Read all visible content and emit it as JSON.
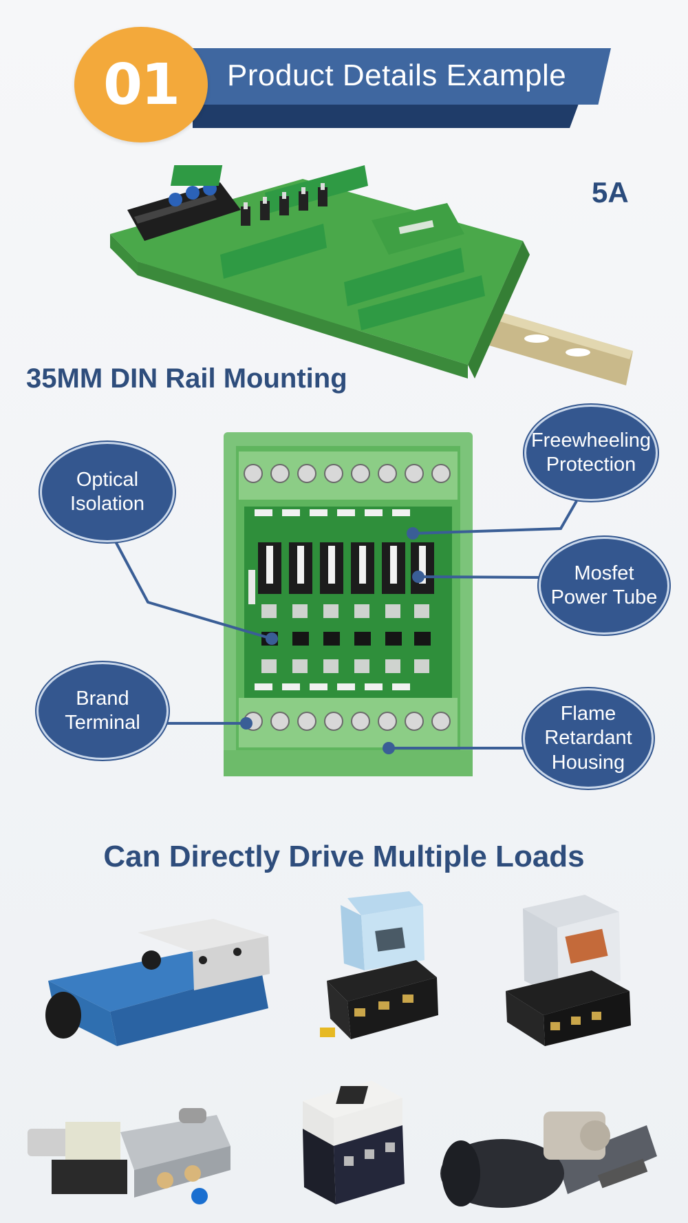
{
  "header": {
    "number": "01",
    "title": "Product Details Example"
  },
  "product": {
    "current_rating": "5A",
    "mounting_label": "35MM DIN Rail Mounting"
  },
  "callouts": {
    "optical_isolation": "Optical\nIsolation",
    "freewheeling_protection": "Freewheeling\nProtection",
    "mosfet_power_tube": "Mosfet\nPower Tube",
    "brand_terminal": "Brand\nTerminal",
    "flame_retardant_housing": "Flame\nRetardant\nHousing"
  },
  "loads": {
    "title": "Can Directly Drive Multiple Loads"
  },
  "colors": {
    "accent_orange": "#f3a93b",
    "ribbon_blue": "#3f67a0",
    "heading_navy": "#2e4d7c",
    "callout_blue": "#34578f",
    "pcb_green": "#5bb85d"
  }
}
